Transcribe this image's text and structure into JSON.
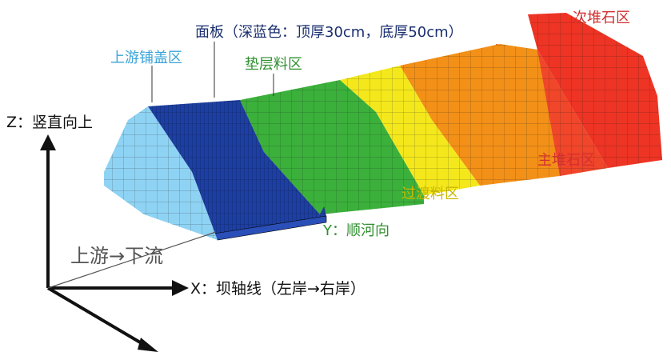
{
  "labels": {
    "upstream_cover": "上游铺盖区",
    "face_slab": "面板（深蓝色：顶厚30cm，底厚50cm）",
    "cushion": "垫层料区",
    "secondary_rockfill": "次堆石区",
    "main_rockfill": "主堆石区",
    "transition": "过渡料区",
    "axis_z": "Z：竖直向上",
    "axis_y": "Y：顺河向",
    "axis_x": "X：坝轴线（左岸→右岸）",
    "flow_direction": "上游→下流"
  },
  "zones": [
    {
      "name": "upstream_cover",
      "color": "#8fd3f4"
    },
    {
      "name": "face_slab",
      "color": "#1d3fa3"
    },
    {
      "name": "cushion",
      "color": "#3bb03b"
    },
    {
      "name": "transition",
      "color": "#f4e81c"
    },
    {
      "name": "main_rockfill",
      "color": "#f39017"
    },
    {
      "name": "secondary_rockfill",
      "color": "#ee3424"
    }
  ],
  "label_colors": {
    "upstream_cover": "#3aa3d8",
    "face_slab": "#1a2f6e",
    "cushion": "#2f8f2f",
    "secondary_rockfill": "#d32f2f",
    "main_rockfill": "#d32f2f",
    "transition": "#c9b800",
    "axis": "#111111",
    "axis_y": "#2f8f2f",
    "flow_direction": "#555555"
  }
}
